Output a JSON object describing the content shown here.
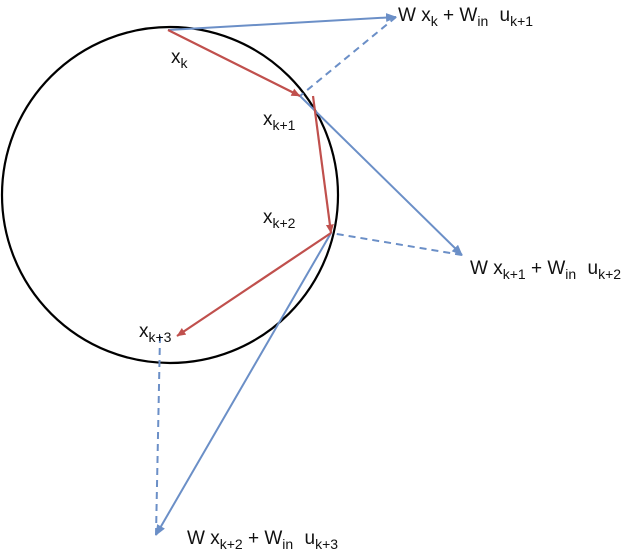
{
  "colors": {
    "circle": "#000000",
    "state_arrow": "#c0504d",
    "update_arrow": "#6b8fc7",
    "projection_dash": "#6b8fc7",
    "text": "#111111"
  },
  "labels": {
    "x_k": {
      "base": "x",
      "sub": "k"
    },
    "x_k1": {
      "base": "x",
      "sub": "k+1"
    },
    "x_k2": {
      "base": "x",
      "sub": "k+2"
    },
    "x_k3": {
      "base": "x",
      "sub": "k+3"
    },
    "update_k": {
      "w": "W",
      "x_base": "x",
      "x_sub": "k",
      "plus": "+",
      "win_base": "W",
      "win_sub": "in",
      "u_base": "u",
      "u_sub": "k+1"
    },
    "update_k1": {
      "w": "W",
      "x_base": "x",
      "x_sub": "k+1",
      "plus": "+",
      "win_base": "W",
      "win_sub": "in",
      "u_base": "u",
      "u_sub": "k+2"
    },
    "update_k2": {
      "w": "W",
      "x_base": "x",
      "x_sub": "k+2",
      "plus": "+",
      "win_base": "W",
      "win_sub": "in",
      "u_base": "u",
      "u_sub": "k+3"
    }
  }
}
